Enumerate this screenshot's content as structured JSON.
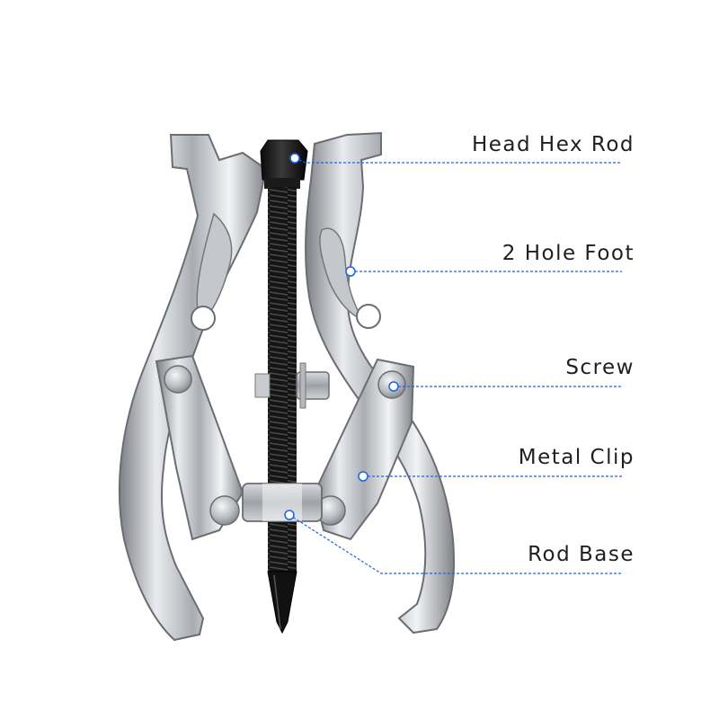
{
  "callouts": [
    {
      "label": "Head Hex Rod"
    },
    {
      "label": "2 Hole Foot"
    },
    {
      "label": "Screw"
    },
    {
      "label": "Metal Clip"
    },
    {
      "label": "Rod Base"
    }
  ],
  "colors": {
    "leader_line": "#1d63e8",
    "dot": "#ffffff",
    "label_text": "#1f1f1f",
    "background": "#ffffff"
  }
}
